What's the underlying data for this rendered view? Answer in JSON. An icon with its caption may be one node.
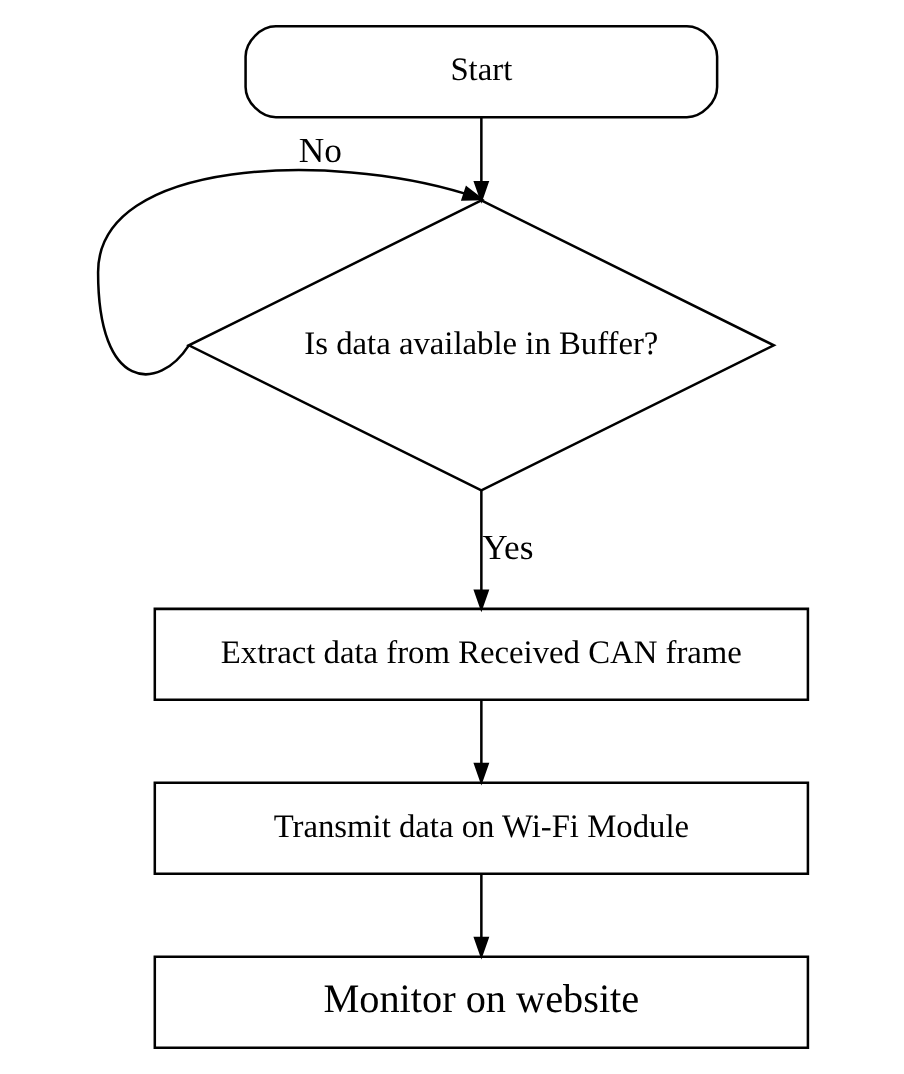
{
  "diagram": {
    "nodes": [
      {
        "text": [
          "Start"
        ]
      },
      {
        "text": [
          "Is data available in Buffer?"
        ]
      },
      {
        "text": [
          "Extract data from Received CAN frame"
        ]
      },
      {
        "text": [
          "Transmit data on Wi-Fi Module"
        ]
      },
      {
        "text": [
          "Monitor on website"
        ]
      }
    ],
    "edges": [
      {
        "from": 0,
        "to": 1,
        "arrow": "to"
      },
      {
        "from": 1,
        "to": 1,
        "label": "No",
        "arrow": "to"
      },
      {
        "from": 1,
        "to": 2,
        "label": "Yes",
        "arrow": "to"
      },
      {
        "from": 2,
        "to": 3,
        "arrow": "to"
      },
      {
        "from": 3,
        "to": 4,
        "arrow": "to"
      }
    ]
  }
}
